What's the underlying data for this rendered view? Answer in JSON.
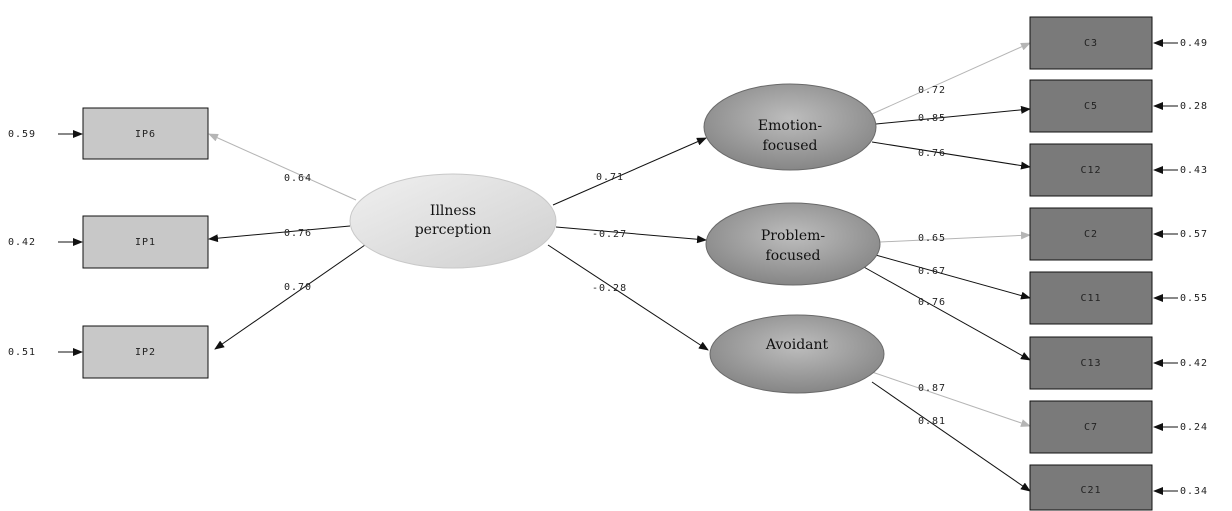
{
  "latent": {
    "illness": [
      "Illness",
      "perception"
    ],
    "emotion": [
      "Emotion-",
      "focused"
    ],
    "problem": [
      "Problem-",
      "focused"
    ],
    "avoidant": [
      "Avoidant"
    ]
  },
  "left_indicators": [
    {
      "id": "ip6",
      "label": "IP6",
      "error": "0.59",
      "loading": "0.64",
      "edge": "light"
    },
    {
      "id": "ip1",
      "label": "IP1",
      "error": "0.42",
      "loading": "0.76",
      "edge": "dark"
    },
    {
      "id": "ip2",
      "label": "IP2",
      "error": "0.51",
      "loading": "0.70",
      "edge": "dark"
    }
  ],
  "structural_paths": [
    {
      "id": "to-emotion",
      "value": "0.71"
    },
    {
      "id": "to-problem",
      "value": "-0.27"
    },
    {
      "id": "to-avoidant",
      "value": "-0.28"
    }
  ],
  "right_indicators": [
    {
      "id": "c3",
      "label": "C3",
      "error": "0.49",
      "loading": "0.72",
      "factor": "emotion",
      "edge": "light"
    },
    {
      "id": "c5",
      "label": "C5",
      "error": "0.28",
      "loading": "0.85",
      "factor": "emotion",
      "edge": "dark"
    },
    {
      "id": "c12",
      "label": "C12",
      "error": "0.43",
      "loading": "0.76",
      "factor": "emotion",
      "edge": "dark"
    },
    {
      "id": "c2",
      "label": "C2",
      "error": "0.57",
      "loading": "0.65",
      "factor": "problem",
      "edge": "light"
    },
    {
      "id": "c11",
      "label": "C11",
      "error": "0.55",
      "loading": "0.67",
      "factor": "problem",
      "edge": "dark"
    },
    {
      "id": "c13",
      "label": "C13",
      "error": "0.42",
      "loading": "0.76",
      "factor": "problem",
      "edge": "dark"
    },
    {
      "id": "c7",
      "label": "C7",
      "error": "0.24",
      "loading": "0.87",
      "factor": "avoidant",
      "edge": "light"
    },
    {
      "id": "c21",
      "label": "C21",
      "error": "0.34",
      "loading": "0.81",
      "factor": "avoidant",
      "edge": "dark"
    }
  ]
}
